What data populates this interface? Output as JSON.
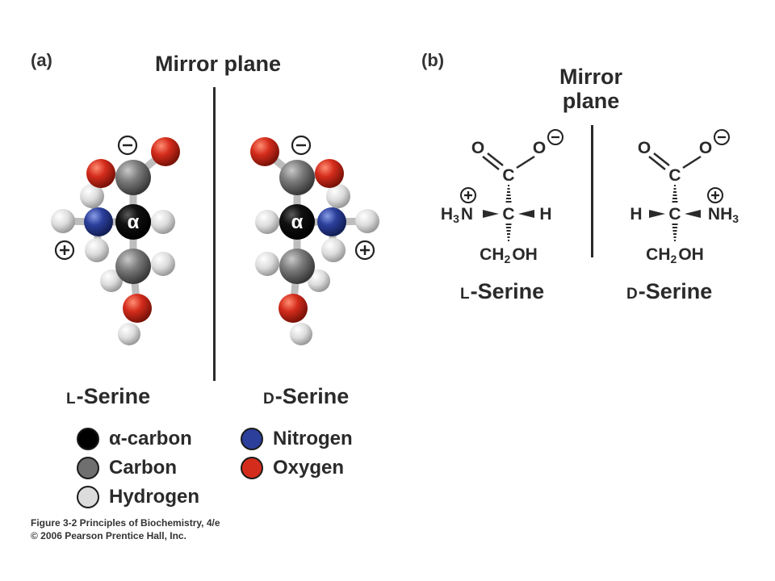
{
  "panel_a": {
    "label": "(a)",
    "mirror_title": "Mirror plane",
    "left_name": {
      "prefix": "L",
      "rest": "-Serine"
    },
    "right_name": {
      "prefix": "D",
      "rest": "-Serine"
    },
    "alpha_symbol": "α",
    "plus_symbol": "+",
    "minus_symbol": "−"
  },
  "panel_b": {
    "label": "(b)",
    "mirror_title_line1": "Mirror",
    "mirror_title_line2": "plane",
    "left_name": {
      "prefix": "L",
      "rest": "-Serine"
    },
    "right_name": {
      "prefix": "D",
      "rest": "-Serine"
    },
    "atom_O": "O",
    "atom_C": "C",
    "atom_H": "H",
    "atom_N": "N",
    "amine_left_main": "H",
    "amine_left_sub": "3",
    "amine_left_end": "N",
    "amine_right_main": "NH",
    "amine_right_sub": "3",
    "side_chain_main": "CH",
    "side_chain_sub": "2",
    "side_chain_end": "OH"
  },
  "legend": {
    "items": [
      {
        "label": "-carbon",
        "prefix": "α",
        "color": "#000000"
      },
      {
        "label": "Carbon",
        "color": "#6f6f6f"
      },
      {
        "label": "Hydrogen",
        "color": "#dcdcdc"
      },
      {
        "label": "Nitrogen",
        "color": "#2b3f9b"
      },
      {
        "label": "Oxygen",
        "color": "#d42c1c"
      }
    ]
  },
  "caption": {
    "line1": "Figure 3-2  Principles of Biochemistry, 4/e",
    "line2": "© 2006 Pearson Prentice Hall, Inc."
  },
  "colors": {
    "alpha_carbon": "#000000",
    "carbon": "#6f6f6f",
    "hydrogen": "#dcdcdc",
    "nitrogen": "#2b3f9b",
    "oxygen": "#d42c1c"
  }
}
